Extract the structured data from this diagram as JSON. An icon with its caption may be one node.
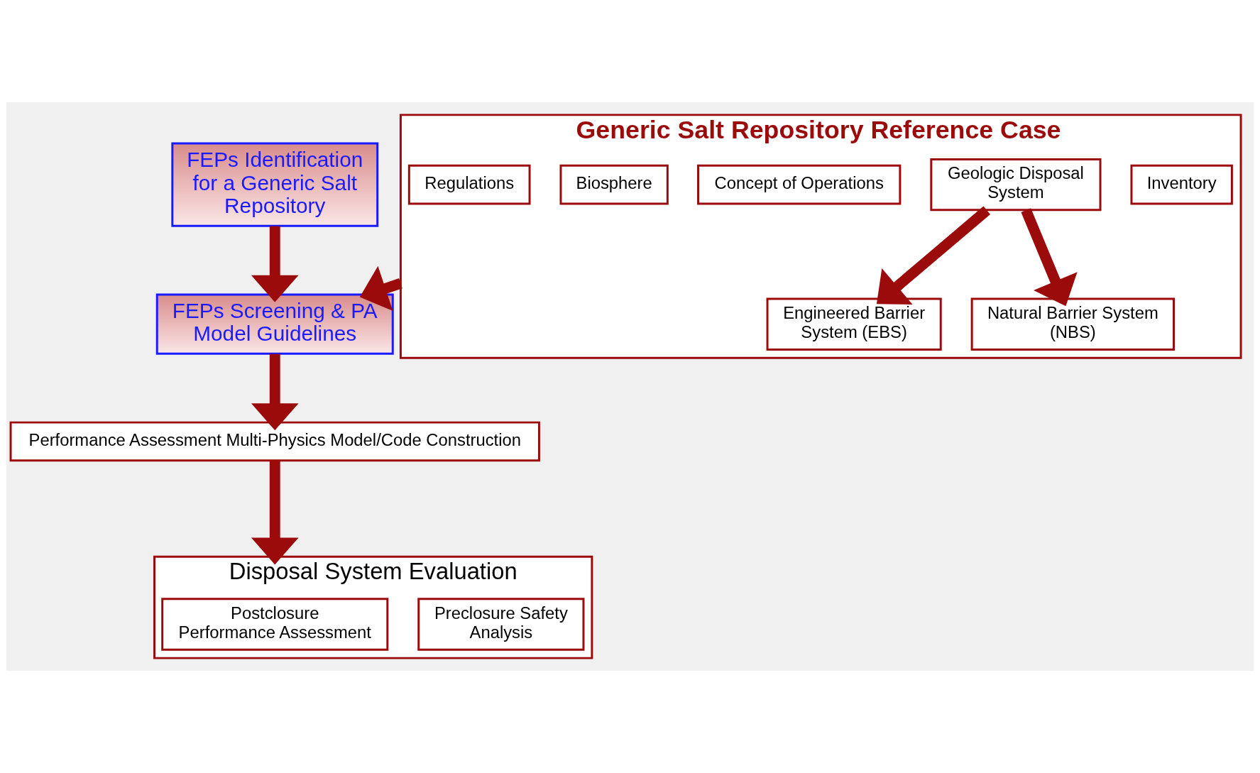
{
  "diagram": {
    "nodes": [
      {
        "text": [
          "Generic Salt Repository Reference Case"
        ]
      },
      {
        "text": [
          "Inventory"
        ],
        "in": 0
      },
      {
        "text": [
          "Geologic Disposal System"
        ],
        "in": 0
      },
      {
        "text": [
          "Concept of Operations"
        ],
        "in": 0
      },
      {
        "text": [
          "Biosphere"
        ],
        "in": 0
      },
      {
        "text": [
          "Regulations"
        ],
        "in": 0
      },
      {
        "text": [
          "Engineered Barrier System (EBS)"
        ],
        "in": 0
      },
      {
        "text": [
          "Natural Barrier System (NBS)"
        ],
        "in": 0
      },
      {
        "text": [
          "FEPs Identification for a Generic Salt Repository"
        ]
      },
      {
        "text": [
          "FEPs Screening & PA Model Guidelines"
        ]
      },
      {
        "text": [
          "Performance Assessment Multi-Physics Model/Code Construction"
        ]
      },
      {
        "text": [
          "Disposal System Evaluation"
        ]
      },
      {
        "text": [
          "Preclosure Safety Analysis"
        ],
        "in": 11
      },
      {
        "text": [
          "Postclosure Performance Assessment"
        ],
        "in": 11
      }
    ],
    "edges": [
      {
        "from": 2,
        "to": 6,
        "arrow": "to"
      },
      {
        "from": 2,
        "to": 7,
        "arrow": "to"
      },
      {
        "from": 8,
        "to": 9,
        "arrow": "to"
      },
      {
        "from": 0,
        "to": 9,
        "arrow": "to"
      },
      {
        "from": 9,
        "to": 10,
        "arrow": "to"
      },
      {
        "from": 10,
        "to": 11,
        "arrow": "to"
      }
    ]
  }
}
